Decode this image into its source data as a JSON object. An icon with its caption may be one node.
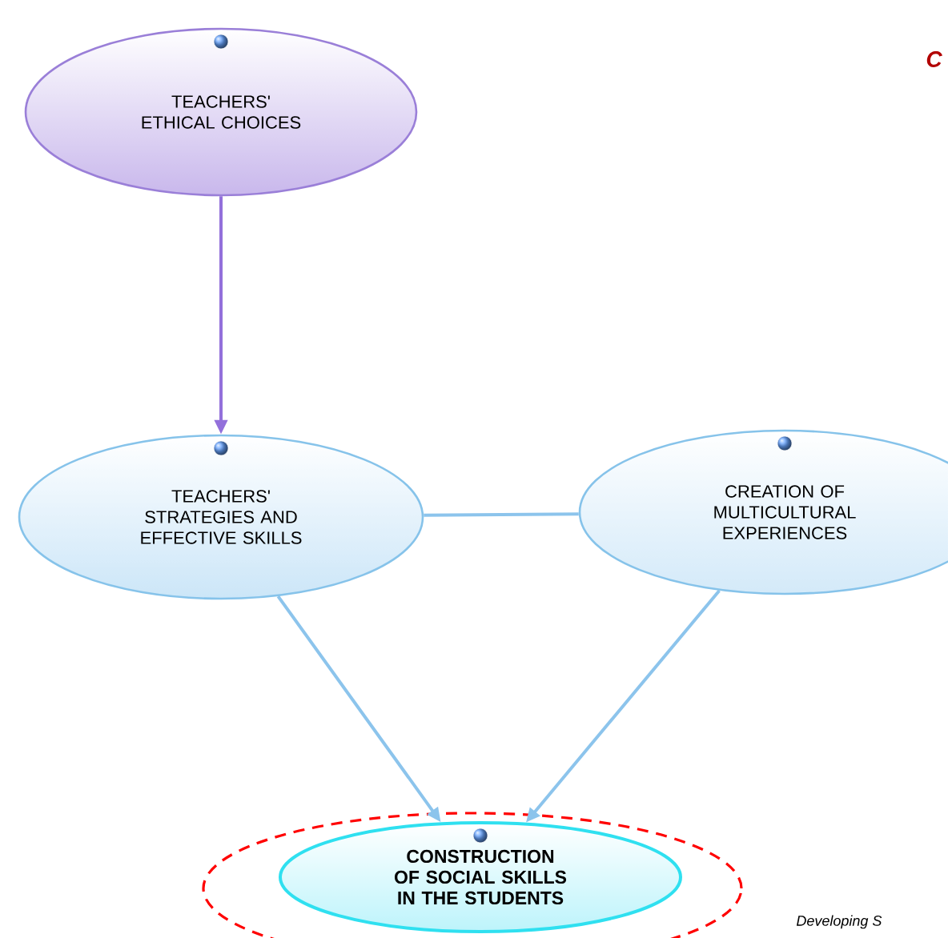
{
  "diagram": {
    "nodes": [
      {
        "text": [
          "TEACHERS' ETHICAL CHOICES"
        ]
      },
      {
        "text": [
          "TEACHERS' STRATEGIES AND EFFECTIVE SKILLS"
        ]
      },
      {
        "text": [
          "CREATION OF MULTICULTURAL EXPERIENCES"
        ]
      },
      {
        "text": [
          "CONSTRUCTION OF SOCIAL SKILLS IN THE STUDENTS"
        ]
      }
    ],
    "edges": [
      {
        "from": 0,
        "to": 1,
        "arrow": "to",
        "color": "#9370db"
      },
      {
        "from": 1,
        "to": 2,
        "arrow": "none"
      },
      {
        "from": 1,
        "to": 3,
        "arrow": "to"
      },
      {
        "from": 2,
        "to": 3,
        "arrow": "to"
      }
    ],
    "labels": [
      "C",
      "Developing S"
    ]
  }
}
